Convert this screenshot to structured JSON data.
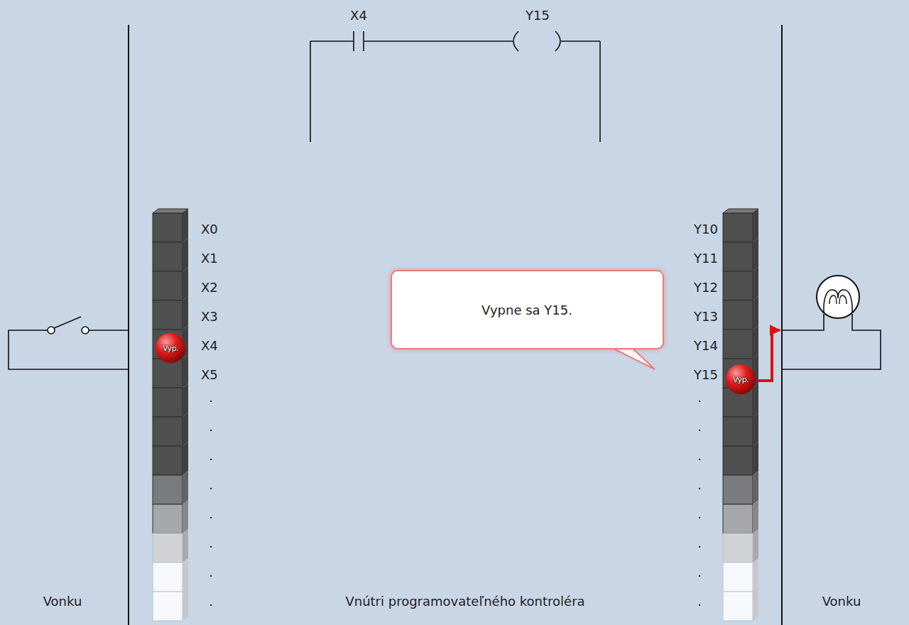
{
  "diagram": {
    "nodes": [
      {
        "text": [
          "Vypne sa Y15."
        ]
      },
      {
        "text": [
          "Vyp."
        ]
      },
      {
        "text": [
          "Vyp."
        ]
      }
    ],
    "labels": [
      "X4",
      "Y15",
      "X0",
      "X1",
      "X2",
      "X3",
      "X4",
      "X5",
      ".",
      ".",
      ".",
      ".",
      ".",
      ".",
      ".",
      ".",
      "Y10",
      "Y11",
      "Y12",
      "Y13",
      "Y14",
      "Y15",
      ".",
      ".",
      ".",
      ".",
      ".",
      ".",
      ".",
      ".",
      "Vonku",
      "Vnútri programovateľného kontroléra",
      "Vonku"
    ]
  }
}
